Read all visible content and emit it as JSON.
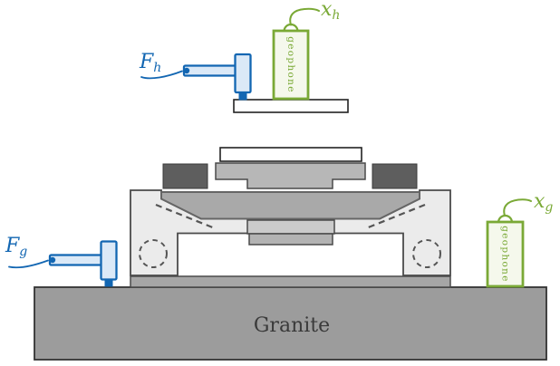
{
  "colors": {
    "blue": "#1266b2",
    "bluelight": "#dbe9f7",
    "green": "#7aa936",
    "greenlight": "#f5f8ec",
    "frame": "#ebebeb",
    "platen": "#a9a9a9",
    "chuck": "#b7b7b7",
    "blockdark": "#5e5e5e",
    "centerblock": "#cbcbcb",
    "hangblock": "#b3b3b3",
    "strip": "#a6a6a6",
    "granite": "#9c9c9c",
    "outline": "#4a4a4a",
    "outlinedark": "#222222",
    "dash": "#555555",
    "text": "#3a3a3a"
  },
  "labels": {
    "force_top": {
      "main": "F",
      "sub": "h"
    },
    "force_base": {
      "main": "F",
      "sub": "g"
    },
    "disp_top": {
      "main": "x",
      "sub": "h"
    },
    "disp_base": {
      "main": "x",
      "sub": "g"
    }
  },
  "sensors": {
    "top": {
      "label": "geophone"
    },
    "base": {
      "label": "geophone"
    }
  },
  "base": {
    "granite_label": "Granite"
  }
}
